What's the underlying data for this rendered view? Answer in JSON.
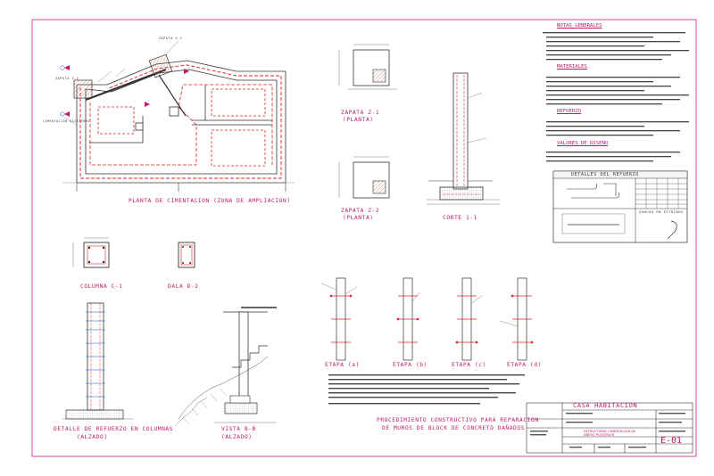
{
  "plan": {
    "title": "PLANTA DE CIMENTACION (ZONA DE AMPLIACION)",
    "labels": {
      "zapata_z2": "ZAPATA Z-2",
      "zapata_z1": "ZAPATA Z-1",
      "cimentacion_existente": "CIMENTACION EXISTENTE"
    }
  },
  "zapata_z1": {
    "title": "ZAPATA Z-1",
    "subtitle": "(PLANTA)"
  },
  "zapata_z2": {
    "title": "ZAPATA Z-2",
    "subtitle": "(PLANTA)"
  },
  "corte": {
    "title": "CORTE 1-1"
  },
  "columna": {
    "title": "COLUMNA C-1"
  },
  "dala": {
    "title": "DALA D-2"
  },
  "detalle_columnas": {
    "title": "DETALLE DE REFUERZO EN COLUMNAS",
    "subtitle": "(ALZADO)"
  },
  "vista": {
    "title": "VISTA B-B",
    "subtitle": "(ALZADO)"
  },
  "etapas": {
    "labels": [
      "ETAPA (a)",
      "ETAPA (b)",
      "ETAPA (c)",
      "ETAPA (d)"
    ]
  },
  "procedimiento": {
    "title": "PROCEDIMIENTO CONSTRUCTIVO PARA REPARACION",
    "subtitle": "DE MUROS DE BLOCK DE CONCRETO DAÑADOS"
  },
  "notes": {
    "generales": {
      "heading": "NOTAS GENERALES"
    },
    "materiales": {
      "heading": "MATERIALES"
    },
    "refuerzo": {
      "heading": "REFUERZO"
    },
    "valores": {
      "heading": "VALORES DE DISEÑO"
    }
  },
  "detalles_refuerzo": {
    "title": "DETALLES DEL REFUERZO",
    "gancho": "GANCHO EN ESTRIBOS"
  },
  "title_block": {
    "project": "CASA HABITACION",
    "plano_value": "ESTRUCTURAL-CIMENTACION DE ANEXO POSTERIOR",
    "sheet": "E-01"
  },
  "colors": {
    "ink": "#222222",
    "accent": "#c0186a",
    "dashed": "#e0202a",
    "frame": "#d24a9a",
    "hatch": "#b86a4a"
  }
}
